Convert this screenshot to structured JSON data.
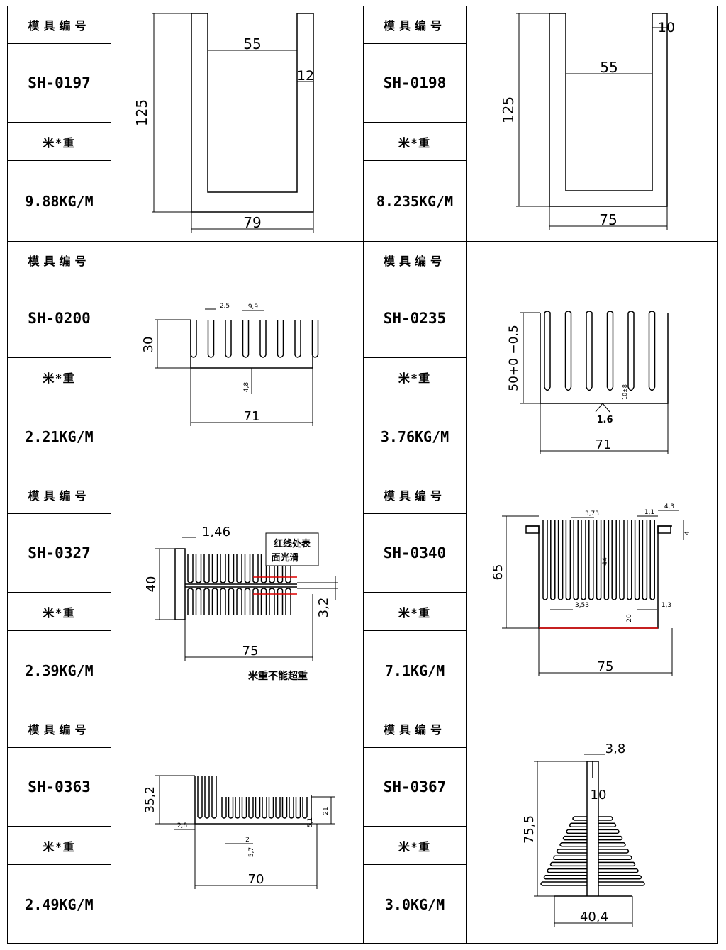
{
  "items": [
    {
      "header": "模具编号",
      "code": "SH-0197",
      "weight_title": "米*重",
      "weight": "9.88KG/M",
      "dims": {
        "height": "125",
        "inner": "55",
        "wall": "12",
        "width": "79"
      }
    },
    {
      "header": "模具编号",
      "code": "SH-0198",
      "weight_title": "米*重",
      "weight": "8.235KG/M",
      "dims": {
        "height": "125",
        "inner": "55",
        "wall": "10",
        "width": "75"
      }
    },
    {
      "header": "模具编号",
      "code": "SH-0200",
      "weight_title": "米*重",
      "weight": "2.21KG/M",
      "dims": {
        "height": "30",
        "fin": "2,5",
        "gap": "9,9",
        "base": "4,8",
        "width": "71"
      }
    },
    {
      "header": "模具编号",
      "code": "SH-0235",
      "weight_title": "米*重",
      "weight": "3.76KG/M",
      "dims": {
        "height": "50+0 −0.5",
        "base": "10±8",
        "base_note": "1.6",
        "width": "71"
      }
    },
    {
      "header": "模具编号",
      "code": "SH-0327",
      "weight_title": "米*重",
      "weight": "2.39KG/M",
      "dims": {
        "height": "40",
        "fin": "1,46",
        "slot": "3,2",
        "width": "75"
      },
      "note_red": "红线处表\n面光滑",
      "note_bottom": "米重不能超重"
    },
    {
      "header": "模具编号",
      "code": "SH-0340",
      "weight_title": "米*重",
      "weight": "7.1KG/M",
      "dims": {
        "height": "65",
        "gap1": "3,73",
        "fin1": "1,1",
        "tab": "4,3",
        "tab_h": "4",
        "fin_h": "44",
        "gap2": "3,53",
        "base": "20",
        "fin2": "1,3",
        "width": "75"
      }
    },
    {
      "header": "模具编号",
      "code": "SH-0363",
      "weight_title": "米*重",
      "weight": "2.49KG/M",
      "dims": {
        "height": "35,2",
        "left": "2,8",
        "fin": "2",
        "base": "5,7",
        "right_h": "21",
        "right_t": "5,1",
        "width": "70"
      }
    },
    {
      "header": "模具编号",
      "code": "SH-0367",
      "weight_title": "米*重",
      "weight": "3.0KG/M",
      "dims": {
        "slot": "3,8",
        "stem": "10",
        "height": "75,5",
        "width": "40,4"
      }
    }
  ]
}
